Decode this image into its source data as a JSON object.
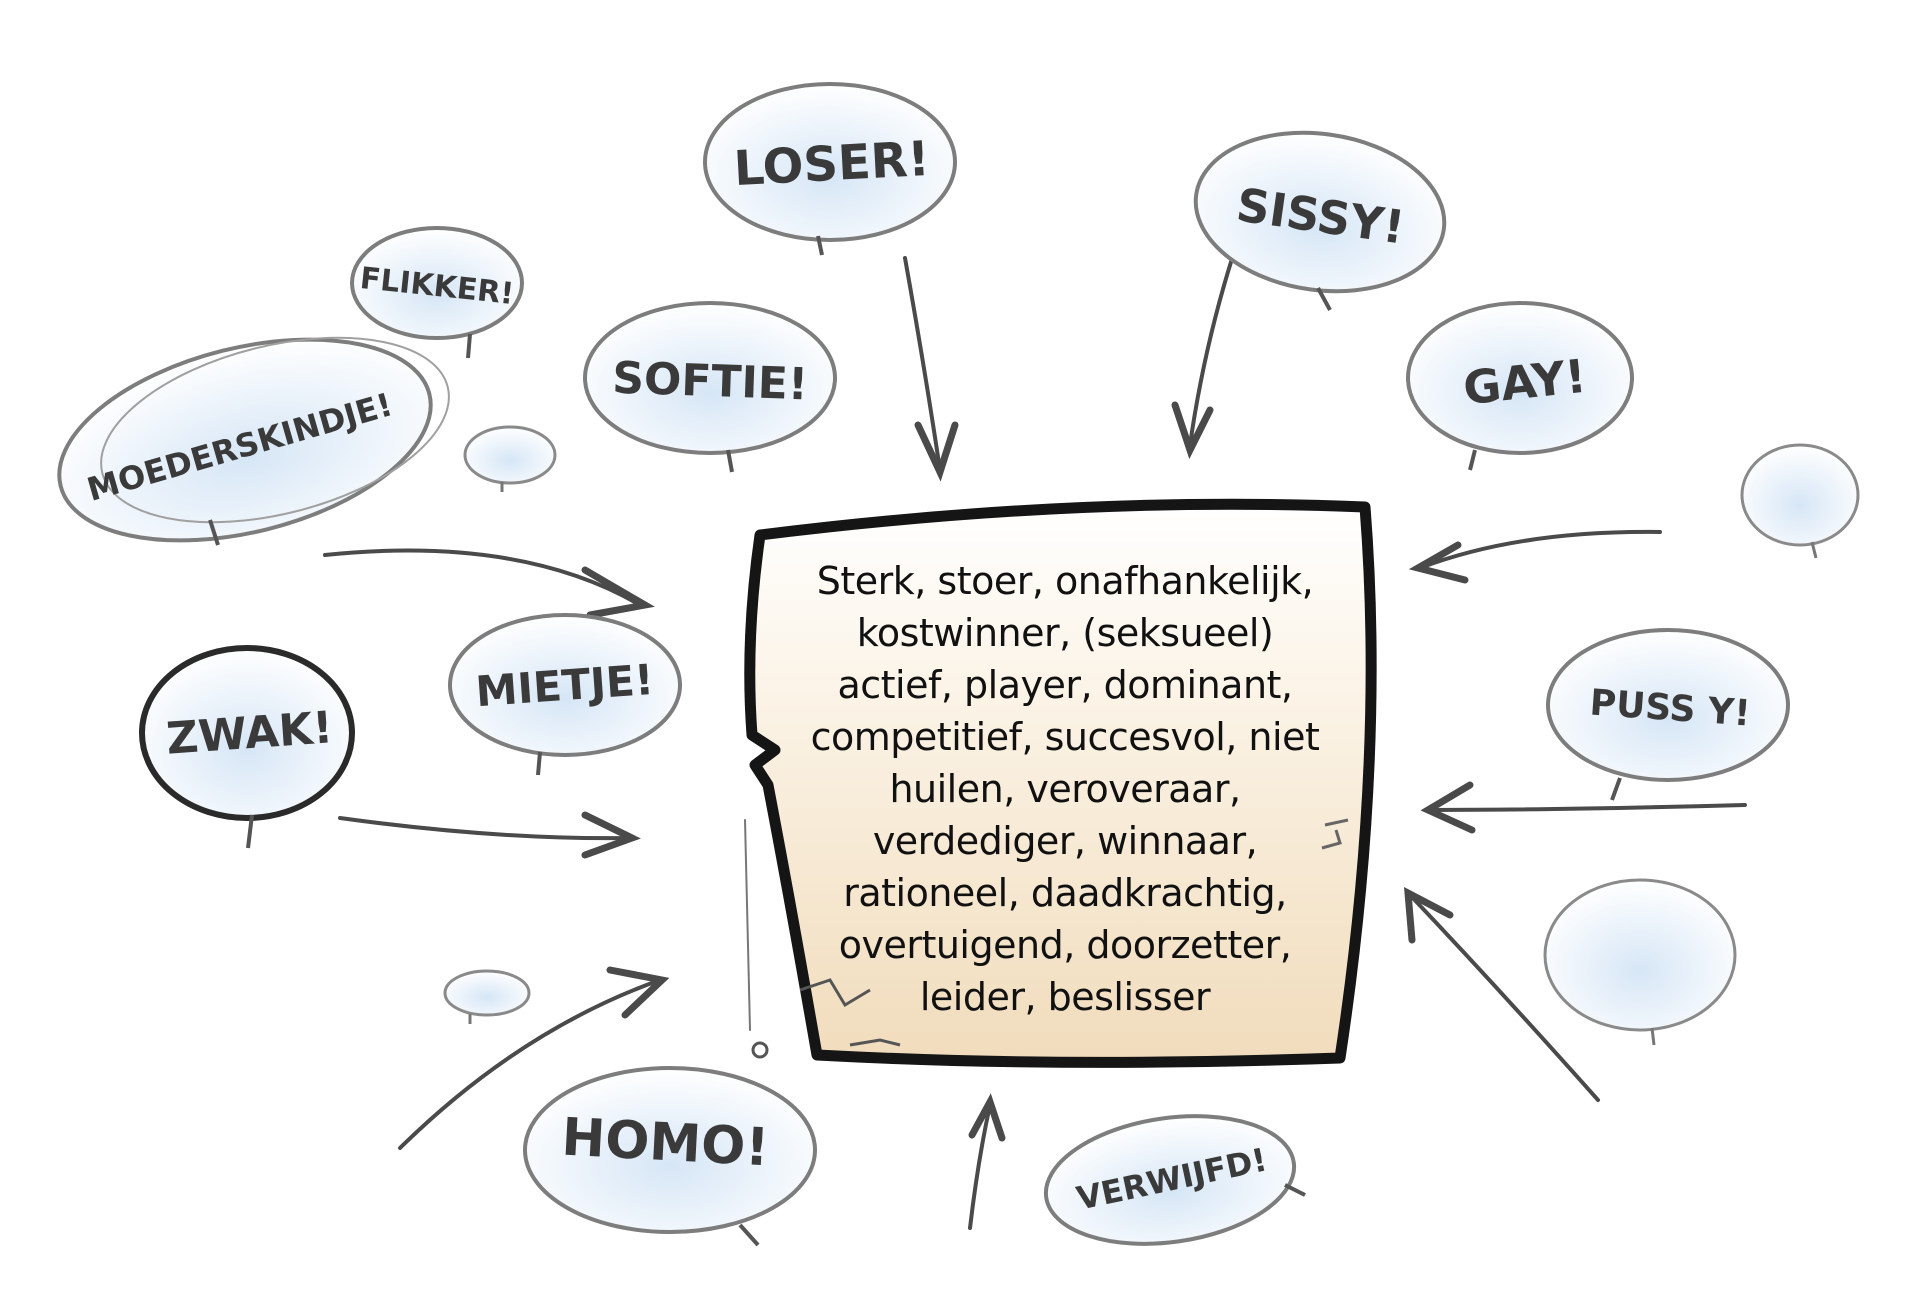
{
  "colors": {
    "ink": "#2b2b2b",
    "bubble_fill": "#dfeaf6",
    "bubble_stroke": "#7d7d7d",
    "box_fill": "#f6e8d2",
    "box_stroke": "#151515",
    "arrow": "#4a4a4a"
  },
  "center_box": {
    "lines": [
      "Sterk, stoer, onafhankelijk,",
      "kostwinner, (seksueel)",
      "actief, player, dominant,",
      "competitief, succesvol, niet",
      "huilen, veroveraar,",
      "verdediger, winnaar,",
      "rationeel, daadkrachtig,",
      "overtuigend, doorzetter,",
      "leider, beslisser"
    ]
  },
  "bubbles": [
    {
      "id": "loser",
      "text": "LOSER!"
    },
    {
      "id": "sissy",
      "text": "SISSY!"
    },
    {
      "id": "flikker",
      "text": "FLIKKER!"
    },
    {
      "id": "softie",
      "text": "SOFTIE!"
    },
    {
      "id": "moederskindje",
      "text": "MOEDERSKINDJE!"
    },
    {
      "id": "gay",
      "text": "GAY!"
    },
    {
      "id": "mietje",
      "text": "MIETJE!"
    },
    {
      "id": "zwak",
      "text": "ZWAK!"
    },
    {
      "id": "pussy",
      "text": "PUSS Y!"
    },
    {
      "id": "homo",
      "text": "HOMO!"
    },
    {
      "id": "verwijfd",
      "text": "VERWIJFD!"
    },
    {
      "id": "empty1",
      "text": ""
    },
    {
      "id": "empty2",
      "text": ""
    },
    {
      "id": "empty3",
      "text": ""
    },
    {
      "id": "empty4",
      "text": ""
    }
  ]
}
